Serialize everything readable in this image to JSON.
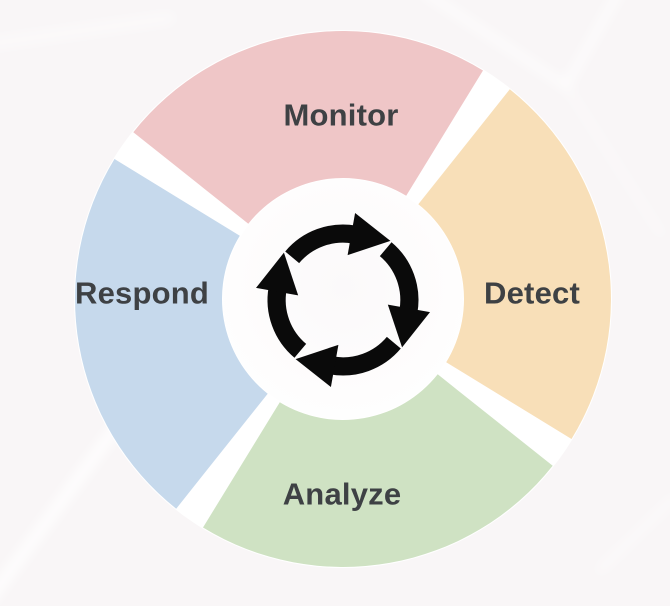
{
  "diagram": {
    "type": "cycle",
    "colors": {
      "background": "#f9f6f7",
      "gap": "#ffffff",
      "text": "#3e4144",
      "icon": "#0a0a0a"
    },
    "segments": [
      {
        "id": "monitor",
        "label": "Monitor",
        "color": "#efc6c7",
        "position": "top"
      },
      {
        "id": "detect",
        "label": "Detect",
        "color": "#f8dfb8",
        "position": "right"
      },
      {
        "id": "analyze",
        "label": "Analyze",
        "color": "#cfe2c3",
        "position": "bottom"
      },
      {
        "id": "respond",
        "label": "Respond",
        "color": "#c6d9ec",
        "position": "left"
      }
    ],
    "center_icon": {
      "name": "cycle-arrows-icon",
      "direction": "clockwise",
      "arrow_count": 4
    }
  }
}
